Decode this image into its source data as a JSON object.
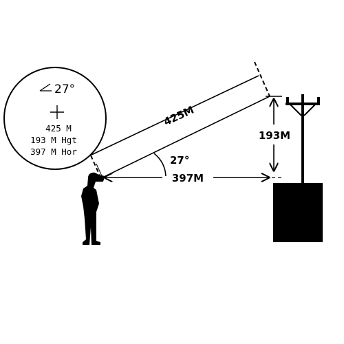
{
  "viewfinder": {
    "angle": "27°",
    "crosshair_icon": "crosshair-icon",
    "lines": [
      "425 M",
      "193 M Hgt",
      "397 M Hor"
    ]
  },
  "measurements": {
    "line_of_sight": "425M",
    "height": "193M",
    "angle": "27°",
    "horizontal": "397M"
  },
  "colors": {
    "ink": "#000000",
    "background": "#ffffff"
  },
  "icons": [
    "person-with-binoculars-icon",
    "utility-pole-icon",
    "building-block-icon",
    "angle-icon",
    "crosshair-icon"
  ]
}
